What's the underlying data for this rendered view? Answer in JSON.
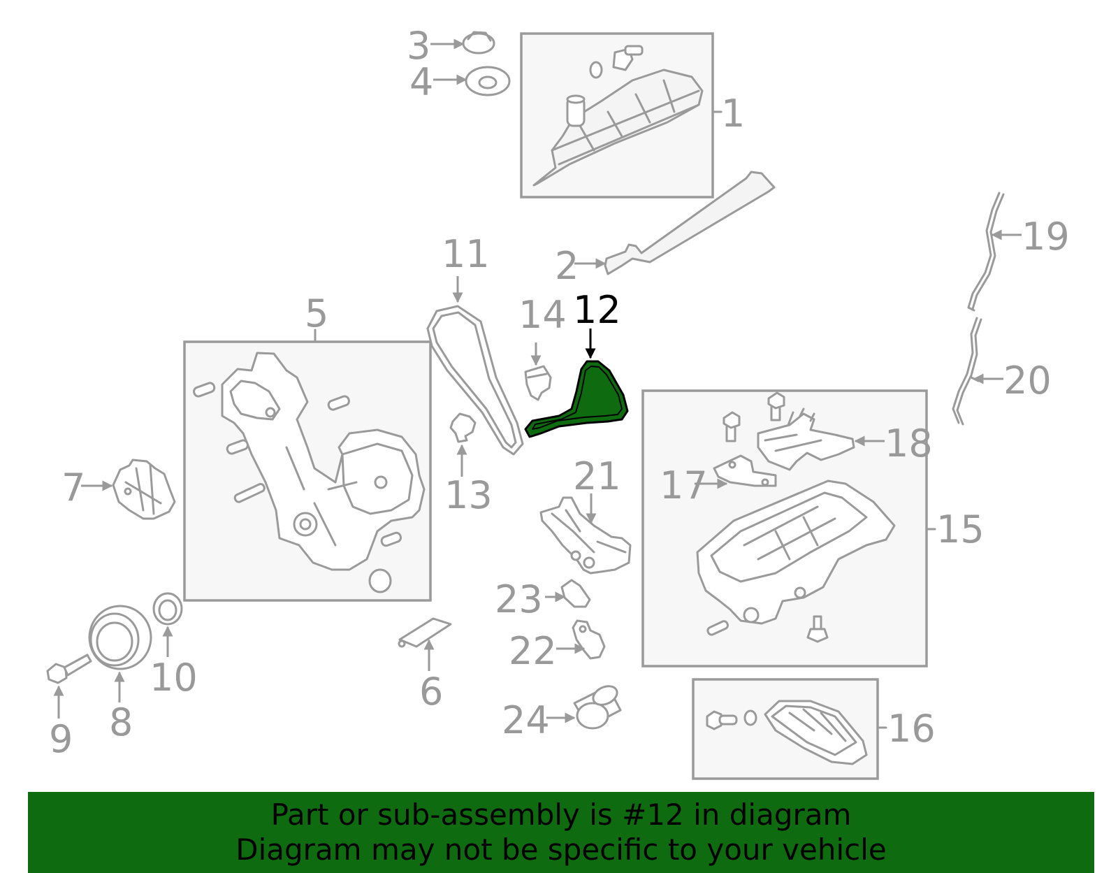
{
  "labels": {
    "n1": "1",
    "n2": "2",
    "n3": "3",
    "n4": "4",
    "n5": "5",
    "n6": "6",
    "n7": "7",
    "n8": "8",
    "n9": "9",
    "n10": "10",
    "n11": "11",
    "n12": "12",
    "n13": "13",
    "n14": "14",
    "n15": "15",
    "n16": "16",
    "n17": "17",
    "n18": "18",
    "n19": "19",
    "n20": "20",
    "n21": "21",
    "n22": "22",
    "n23": "23",
    "n24": "24"
  },
  "highlighted_part": "12",
  "colors": {
    "highlight": "#0f6b0f",
    "line": "#9a9a9a",
    "banner": "#0f6b0f"
  },
  "banner": {
    "line1": "Part or sub-assembly is #12 in diagram",
    "line2": "Diagram may not be specific to your vehicle"
  }
}
